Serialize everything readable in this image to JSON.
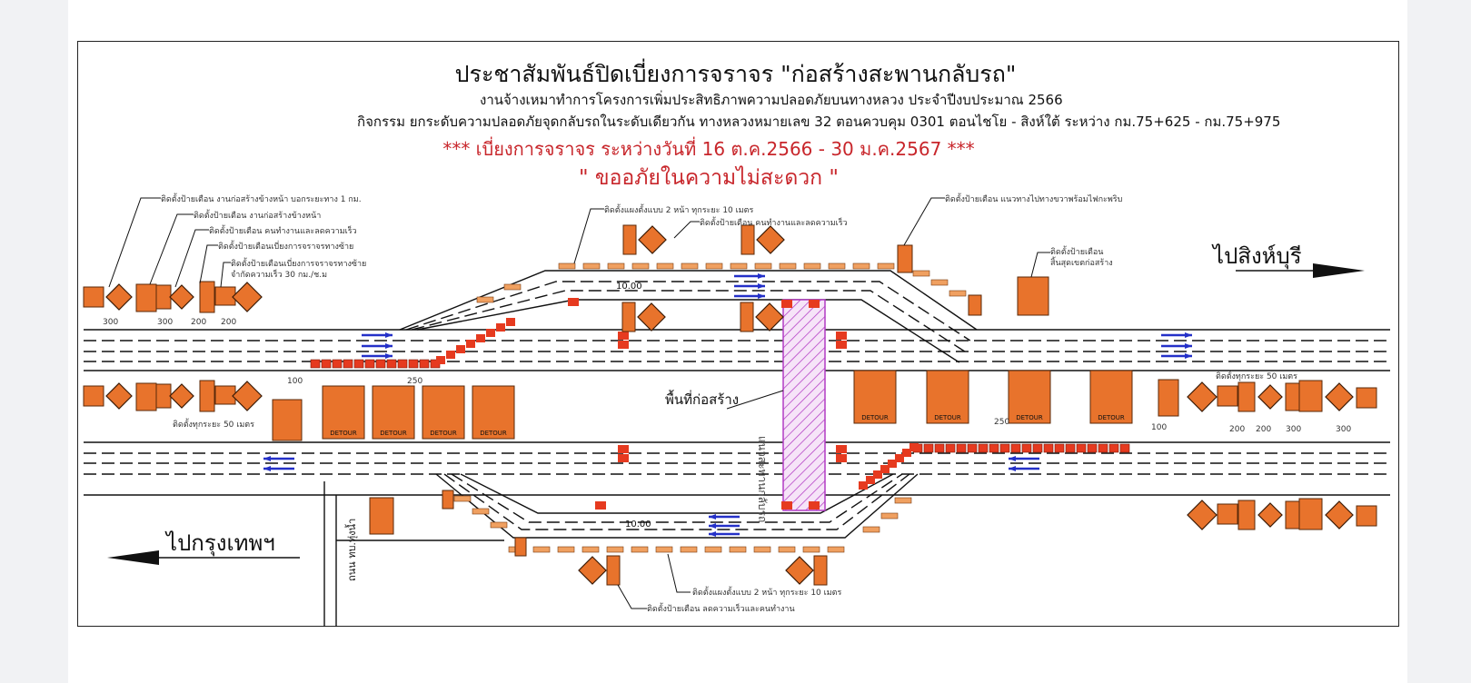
{
  "header": {
    "title": "ประชาสัมพันธ์ปิดเบี่ยงการจราจร \"ก่อสร้างสะพานกลับรถ\"",
    "subtitle1": "งานจ้างเหมาทำการโครงการเพิ่มประสิทธิภาพความปลอดภัยบนทางหลวง ประจำปีงบประมาณ 2566",
    "subtitle2": "กิจกรรม ยกระดับความปลอดภัยจุดกลับรถในระดับเดียวกัน ทางหลวงหมายเลข 32 ตอนควบคุม 0301 ตอนไชโย - สิงห์ใต้  ระหว่าง กม.75+625 - กม.75+975",
    "dates": "*** เบี่ยงการจราจร ระหว่างวันที่ 16 ต.ค.2566 - 30 ม.ค.2567 ***",
    "apology": "\" ขออภัยในความไม่สะดวก \""
  },
  "annotations": {
    "a1": "ติดตั้งป้ายเตือน งานก่อสร้างข้างหน้า บอกระยะทาง 1 กม.",
    "a2": "ติดตั้งป้ายเตือน งานก่อสร้างข้างหน้า",
    "a3": "ติดตั้งป้ายเตือน คนทำงานและลดความเร็ว",
    "a4": "ติดตั้งป้ายเตือนเบี่ยงการจราจรทางซ้าย",
    "a5_line1": "ติดตั้งป้ายเตือนเบี่ยงการจราจรทางซ้าย",
    "a5_line2": "จำกัดความเร็ว 30 กม./ช.ม",
    "barrier_top": "ติดตั้งแผงตั้งแบบ 2 หน้า ทุกระยะ 10 เมตร",
    "workers_top": "ติดตั้งป้ายเตือน คนทำงานและลดความเร็ว",
    "right_turn": "ติดตั้งป้ายเตือน แนวทางไปทางขวาพร้อมไฟกะพริบ",
    "end_line1": "ติดตั้งป้ายเตือน",
    "end_line2": "สิ้นสุดเขตก่อสร้าง",
    "every50_left": "ติดตั้งทุกระยะ 50 เมตร",
    "every50_right": "ติดตั้งทุกระยะ 50 เมตร",
    "barrier_bottom": "ติดตั้งแผงตั้งแบบ 2 หน้า ทุกระยะ 10 เมตร",
    "slow_bottom": "ติดตั้งป้ายเตือน ลดความเร็วและคนทำงาน"
  },
  "labels": {
    "to_singburi": "ไปสิงห์บุรี",
    "to_bangkok": "ไปกรุงเทพฯ",
    "construction_area": "พื้นที่ก่อสร้าง",
    "bridge_line": "แนวสะพานกลับรถ",
    "side_road": "ถนน ทบ.ทุ่งน้ำ",
    "width_top": "10.00",
    "width_bottom": "10.00",
    "dist_left": [
      "300",
      "300",
      "200",
      "200"
    ],
    "dist_100_left": "100",
    "dist_250_left": "250",
    "dist_250_right": "250",
    "dist_100_right": "100",
    "dist_right": [
      "200",
      "200",
      "300",
      "300"
    ],
    "sign_detour": "DETOUR"
  },
  "colors": {
    "sign": "#e8732c",
    "arrow": "#2430c8",
    "barrier": "#e63a1f",
    "title_red": "#c8262b",
    "zone": "#b23bc4"
  }
}
